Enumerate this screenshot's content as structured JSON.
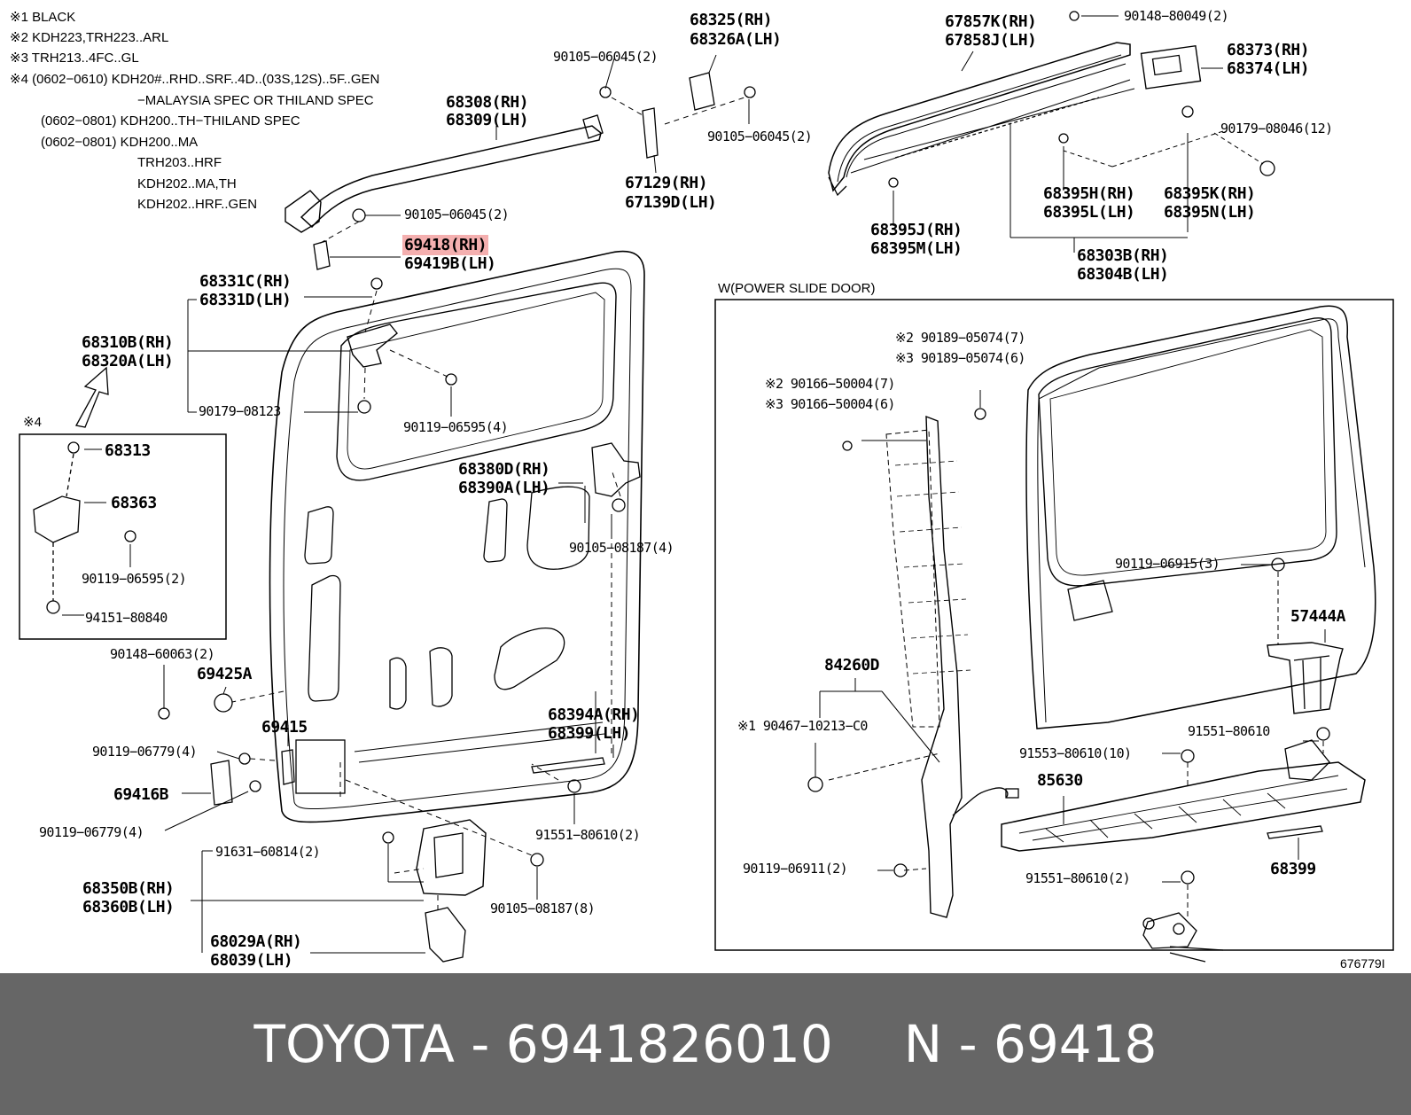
{
  "notes": [
    "※1 BLACK",
    "※2 KDH223,TRH223..ARL",
    "※3 TRH213..4FC..GL",
    "※4 (0602−0610) KDH20#..RHD..SRF..4D..(03S,12S)..5F..GEN",
    "−MALAYSIA SPEC OR THILAND SPEC",
    "(0602−0801) KDH200..TH−THILAND SPEC",
    "(0602−0801) KDH200..MA",
    "TRH203..HRF",
    "KDH202..MA,TH",
    "KDH202..HRF..GEN"
  ],
  "parts": {
    "p68308": "68308(RH)",
    "p68309": "68309(LH)",
    "p90105_top": "90105−06045(2)",
    "p68325": "68325(RH)",
    "p68326A": "68326A(LH)",
    "p90105_mid": "90105−06045(2)",
    "p67129": "67129(RH)",
    "p67139D": "67139D(LH)",
    "p90105_hinge": "90105−06045(2)",
    "p69418": "69418(RH)",
    "p69419B": "69419B(LH)",
    "p67857K": "67857K(RH)",
    "p67858J": "67858J(LH)",
    "p90148_top": "90148−80049(2)",
    "p68373": "68373(RH)",
    "p68374": "68374(LH)",
    "p90179_12": "90179−08046(12)",
    "p68395H": "68395H(RH)",
    "p68395L": "68395L(LH)",
    "p68395K": "68395K(RH)",
    "p68395N": "68395N(LH)",
    "p68395J": "68395J(RH)",
    "p68395M": "68395M(LH)",
    "p68303B": "68303B(RH)",
    "p68304B": "68304B(LH)",
    "p68331C": "68331C(RH)",
    "p68331D": "68331D(LH)",
    "p68310B": "68310B(RH)",
    "p68320A": "68320A(LH)",
    "p90179_08123": "90179−08123",
    "p90119_06595_4": "90119−06595(4)",
    "box_mark": "※4",
    "p68313": "68313",
    "p68363": "68363",
    "p90119_06595_2": "90119−06595(2)",
    "p94151": "94151−80840",
    "p68380D": "68380D(RH)",
    "p68390A": "68390A(LH)",
    "p90105_08187_4": "90105−08187(4)",
    "p90148_60063": "90148−60063(2)",
    "p69425A": "69425A",
    "p69415": "69415",
    "p90119_06779_a": "90119−06779(4)",
    "p69416B": "69416B",
    "p90119_06779_b": "90119−06779(4)",
    "p68394A": "68394A(RH)",
    "p68399": "68399(LH)",
    "p91551_80610_2": "91551−80610(2)",
    "p91631": "91631−60814(2)",
    "p68350B": "68350B(RH)",
    "p68360B": "68360B(LH)",
    "p90105_08187_8": "90105−08187(8)",
    "p68029A": "68029A(RH)",
    "p68039": "68039(LH)",
    "power_title": "W(POWER SLIDE DOOR)",
    "p90189_7": "※2 90189−05074(7)",
    "p90189_6": "※3 90189−05074(6)",
    "p90166_7": "※2 90166−50004(7)",
    "p90166_6": "※3 90166−50004(6)",
    "p90119_06915": "90119−06915(3)",
    "p57444A": "57444A",
    "p84260D": "84260D",
    "p90467": "※1 90467−10213−C0",
    "p91551_80610_r": "91551−80610",
    "p91553": "91553−80610(10)",
    "p85630": "85630",
    "p90119_06911": "90119−06911(2)",
    "p91551_80610_2r": "91551−80610(2)",
    "p68399_r": "68399",
    "diagram_id": "676779I"
  },
  "footer": {
    "brand": "TOYOTA - 6941826010",
    "code": "N - 69418"
  }
}
